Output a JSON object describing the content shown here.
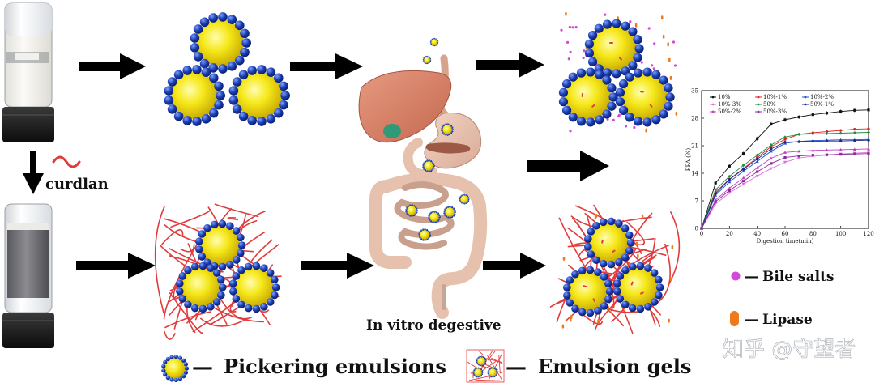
{
  "labels": {
    "curdlan": "curdlan",
    "in_vitro": "In vitro degestive",
    "bile_salts": "Bile salts",
    "lipase": "Lipase",
    "pickering": "Pickering emulsions",
    "emulsion_gels": "Emulsion gels",
    "dash": "—"
  },
  "watermark": "知乎 @守望者",
  "colors": {
    "droplet_core": "#f2e200",
    "particle_blue": "#1b3fb4",
    "network_red": "#e23b3b",
    "bile_salt_magenta": "#d24ad8",
    "lipase_orange": "#f07a1a"
  },
  "chart_data": {
    "type": "line",
    "ylabel": "FFA (%)",
    "xlabel": "Digestion time(min)",
    "xlim": [
      0,
      120
    ],
    "ylim": [
      0,
      35
    ],
    "x_ticks": [
      0,
      20,
      40,
      60,
      80,
      100,
      120
    ],
    "y_ticks": [
      0,
      7,
      14,
      21,
      28,
      35
    ],
    "legend_position": "top",
    "x": [
      0,
      10,
      20,
      30,
      40,
      50,
      60,
      70,
      80,
      90,
      100,
      110,
      120
    ],
    "series": [
      {
        "name": "10%",
        "color": "#111111",
        "values": [
          0,
          11.5,
          15.8,
          19.0,
          22.8,
          26.5,
          27.6,
          28.3,
          28.9,
          29.3,
          29.7,
          30.0,
          30.1
        ]
      },
      {
        "name": "10%-1%",
        "color": "#e02020",
        "values": [
          0,
          9.2,
          12.5,
          15.2,
          18.0,
          20.8,
          22.6,
          23.9,
          24.3,
          24.6,
          24.9,
          25.2,
          25.3
        ]
      },
      {
        "name": "10%-2%",
        "color": "#2050d0",
        "values": [
          0,
          8.4,
          11.8,
          14.5,
          17.0,
          19.6,
          21.6,
          22.1,
          22.3,
          22.4,
          22.5,
          22.5,
          22.6
        ]
      },
      {
        "name": "10%-3%",
        "color": "#e070e0",
        "values": [
          0,
          6.2,
          9.0,
          11.2,
          13.3,
          15.2,
          16.8,
          17.9,
          18.3,
          18.6,
          18.9,
          19.1,
          19.3
        ]
      },
      {
        "name": "50%",
        "color": "#209040",
        "values": [
          0,
          9.8,
          13.2,
          16.0,
          18.6,
          21.2,
          23.2,
          23.9,
          24.0,
          24.1,
          24.2,
          24.3,
          24.4
        ]
      },
      {
        "name": "50%-1%",
        "color": "#1a2a8a",
        "values": [
          0,
          8.8,
          12.4,
          15.0,
          17.6,
          20.2,
          21.9,
          22.0,
          22.1,
          22.2,
          22.2,
          22.3,
          22.4
        ]
      },
      {
        "name": "50%-2%",
        "color": "#c040c0",
        "values": [
          0,
          7.2,
          10.2,
          12.8,
          15.4,
          17.8,
          19.3,
          19.6,
          19.8,
          19.9,
          20.0,
          20.1,
          20.2
        ]
      },
      {
        "name": "50%-3%",
        "color": "#8a2a9a",
        "values": [
          0,
          6.8,
          9.6,
          12.0,
          14.4,
          16.5,
          18.0,
          18.4,
          18.6,
          18.7,
          18.8,
          18.9,
          19.0
        ]
      }
    ]
  }
}
